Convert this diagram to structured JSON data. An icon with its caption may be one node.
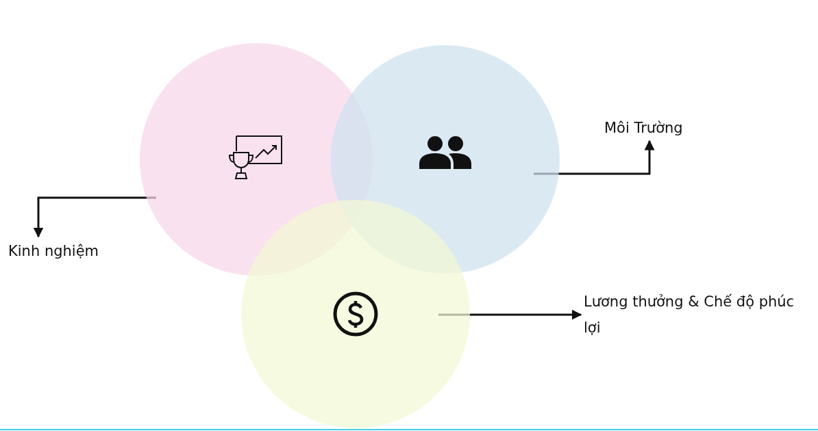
{
  "diagram": {
    "nodes": [
      {
        "text": [],
        "shape": "circle"
      },
      {
        "text": [],
        "shape": "circle"
      },
      {
        "text": [],
        "shape": "circle"
      },
      {
        "text": [
          "Môi Trường"
        ]
      },
      {
        "text": [
          "Kinh nghiệm"
        ]
      },
      {
        "text": [
          "Lương thưởng & Chế độ phúc lợi"
        ]
      }
    ],
    "edges": [
      {
        "from": 0,
        "to": 4,
        "arrow": "to"
      },
      {
        "from": 1,
        "to": 3,
        "arrow": "to"
      },
      {
        "from": 2,
        "to": 5,
        "arrow": "to"
      }
    ]
  }
}
